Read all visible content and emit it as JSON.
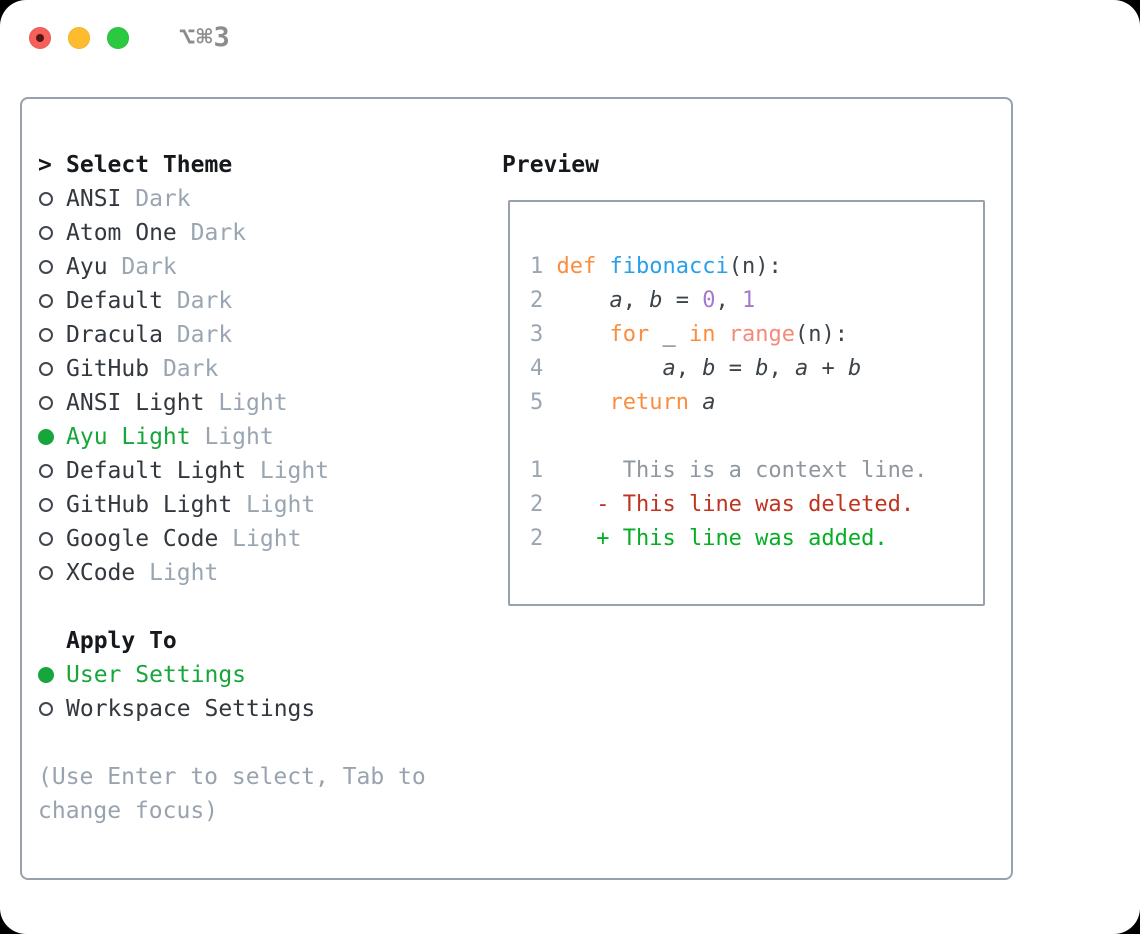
{
  "window": {
    "title": "⌥⌘3"
  },
  "colors": {
    "text_primary": "#15181c",
    "text_item": "#33383f",
    "tag_gray": "#9aa5b2",
    "hint_gray": "#99a3b0",
    "selected_green": "#17a63c",
    "border_gray": "#99a1ac",
    "code": {
      "keyword": "#fa8d3e",
      "function_name": "#2b9fe8",
      "builtin": "#f58a7a",
      "number": "#a37acc",
      "plain": "#3c4349",
      "line_number": "#9aa5b2",
      "context": "#8f969e",
      "deleted": "#c0341f",
      "added": "#07ad25"
    },
    "titlebar": {
      "close_red": "#f5605a",
      "minimize_yellow": "#fdbc2e",
      "zoom_green": "#2bc840",
      "title_gray": "#8c8c8c"
    }
  },
  "left": {
    "header": {
      "prompt": ">",
      "label": "Select Theme"
    },
    "themes": [
      {
        "name": "ANSI",
        "variant": "Dark",
        "selected": false
      },
      {
        "name": "Atom One",
        "variant": "Dark",
        "selected": false
      },
      {
        "name": "Ayu",
        "variant": "Dark",
        "selected": false
      },
      {
        "name": "Default",
        "variant": "Dark",
        "selected": false
      },
      {
        "name": "Dracula",
        "variant": "Dark",
        "selected": false
      },
      {
        "name": "GitHub",
        "variant": "Dark",
        "selected": false
      },
      {
        "name": "ANSI Light",
        "variant": "Light",
        "selected": false
      },
      {
        "name": "Ayu Light",
        "variant": "Light",
        "selected": true
      },
      {
        "name": "Default Light",
        "variant": "Light",
        "selected": false
      },
      {
        "name": "GitHub Light",
        "variant": "Light",
        "selected": false
      },
      {
        "name": "Google Code",
        "variant": "Light",
        "selected": false
      },
      {
        "name": "XCode",
        "variant": "Light",
        "selected": false
      }
    ],
    "apply_to": {
      "label": "Apply To",
      "options": [
        {
          "label": "User Settings",
          "selected": true
        },
        {
          "label": "Workspace Settings",
          "selected": false
        }
      ]
    },
    "hint_lines": [
      "(Use Enter to select, Tab to",
      "change focus)"
    ]
  },
  "preview": {
    "title": "Preview",
    "lines": [
      [
        {
          "t": "1 ",
          "c": "ln"
        },
        {
          "t": "def ",
          "c": "kw"
        },
        {
          "t": "fibonacci",
          "c": "fn"
        },
        {
          "t": "(n):",
          "c": "plain"
        }
      ],
      [
        {
          "t": "2 ",
          "c": "ln"
        },
        {
          "t": "    ",
          "c": "plain"
        },
        {
          "t": "a",
          "c": "var"
        },
        {
          "t": ", ",
          "c": "plain"
        },
        {
          "t": "b",
          "c": "var"
        },
        {
          "t": " = ",
          "c": "plain"
        },
        {
          "t": "0",
          "c": "num"
        },
        {
          "t": ", ",
          "c": "plain"
        },
        {
          "t": "1",
          "c": "num"
        }
      ],
      [
        {
          "t": "3 ",
          "c": "ln"
        },
        {
          "t": "    ",
          "c": "plain"
        },
        {
          "t": "for ",
          "c": "kw"
        },
        {
          "t": "_ ",
          "c": "plain"
        },
        {
          "t": "in ",
          "c": "kw"
        },
        {
          "t": "range",
          "c": "call"
        },
        {
          "t": "(n):",
          "c": "plain"
        }
      ],
      [
        {
          "t": "4 ",
          "c": "ln"
        },
        {
          "t": "        ",
          "c": "plain"
        },
        {
          "t": "a",
          "c": "var"
        },
        {
          "t": ", ",
          "c": "plain"
        },
        {
          "t": "b",
          "c": "var"
        },
        {
          "t": " = ",
          "c": "plain"
        },
        {
          "t": "b",
          "c": "var"
        },
        {
          "t": ", ",
          "c": "plain"
        },
        {
          "t": "a",
          "c": "var"
        },
        {
          "t": " + ",
          "c": "plain"
        },
        {
          "t": "b",
          "c": "var"
        }
      ],
      [
        {
          "t": "5 ",
          "c": "ln"
        },
        {
          "t": "    ",
          "c": "plain"
        },
        {
          "t": "return ",
          "c": "kw"
        },
        {
          "t": "a",
          "c": "var"
        }
      ],
      [],
      [
        {
          "t": "1",
          "c": "ln"
        },
        {
          "t": "      This is a context line.",
          "c": "ctx"
        }
      ],
      [
        {
          "t": "2",
          "c": "ln"
        },
        {
          "t": "    ",
          "c": "plain"
        },
        {
          "t": "- This line was deleted.",
          "c": "del"
        }
      ],
      [
        {
          "t": "2",
          "c": "ln"
        },
        {
          "t": "    ",
          "c": "plain"
        },
        {
          "t": "+ This line was added.",
          "c": "add"
        }
      ]
    ]
  }
}
